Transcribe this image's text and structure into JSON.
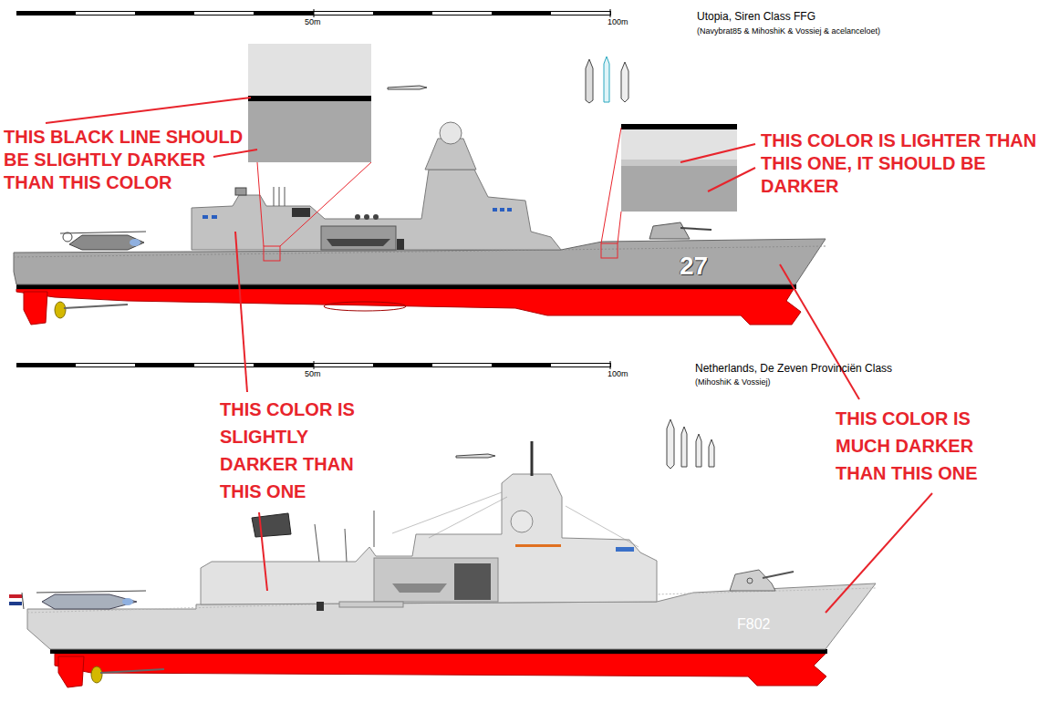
{
  "diagram": {
    "labels": [
      "50m",
      "100m",
      "Utopia, Siren Class FFG",
      "(Navybrat85 & MihoshiK & Vossiej & acelanceloet)",
      "THIS BLACK LINE SHOULD BE SLIGHTLY DARKER THAN THIS COLOR",
      "THIS COLOR IS LIGHTER THAN THIS ONE, IT SHOULD BE DARKER",
      "27",
      "50m",
      "100m",
      "Netherlands, De Zeven Provinciën Class",
      "(MihoshiK & Vossiej)",
      "THIS COLOR IS SLIGHTLY DARKER THAN THIS ONE",
      "THIS COLOR IS MUCH DARKER THAN THIS ONE",
      "F802"
    ]
  }
}
